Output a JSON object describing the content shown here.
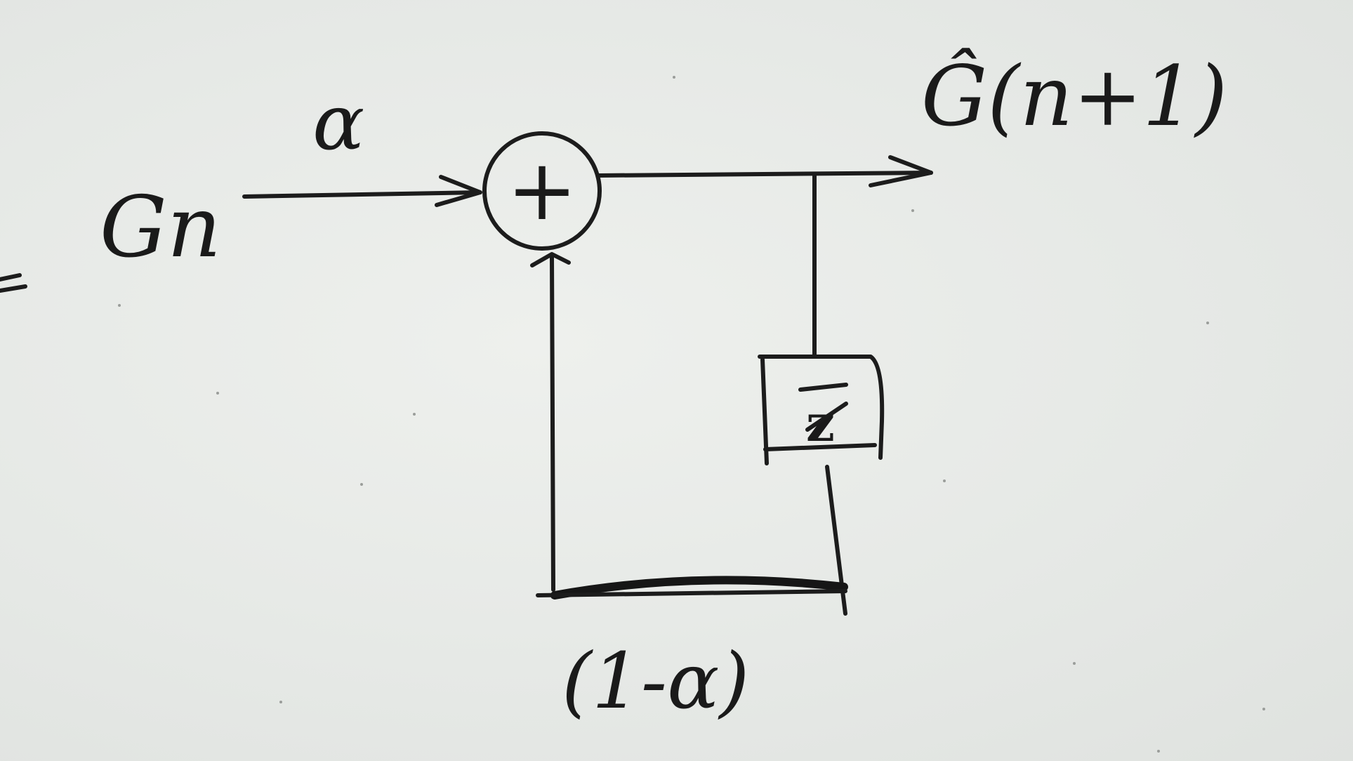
{
  "diagram": {
    "input_label": "Gn",
    "input_gain_label": "α",
    "summer_symbol": "+",
    "output_label": "Ĝ(n+1)",
    "delay_label": "z",
    "feedback_gain_label": "(1-α)"
  }
}
